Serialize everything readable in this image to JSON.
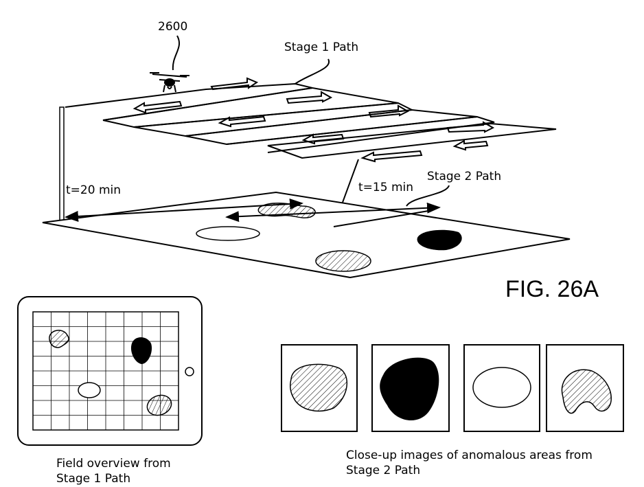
{
  "labels": {
    "drone_ref": "2600",
    "stage1_path": "Stage 1 Path",
    "stage2_path": "Stage 2 Path",
    "t20": "t=20 min",
    "t15": "t=15 min",
    "figure": "FIG. 26A"
  },
  "captions": {
    "overview_line1": "Field overview from",
    "overview_line2": "Stage 1 Path",
    "closeup_line1": "Close-up images of anomalous areas from",
    "closeup_line2": "Stage 2 Path"
  },
  "closeups": [
    {
      "fill": "hatched",
      "shape": "oval"
    },
    {
      "fill": "solid",
      "shape": "blob"
    },
    {
      "fill": "empty",
      "shape": "ellipse"
    },
    {
      "fill": "hatched",
      "shape": "kidney"
    }
  ],
  "colors": {
    "ink": "#000000",
    "paper": "#ffffff"
  }
}
